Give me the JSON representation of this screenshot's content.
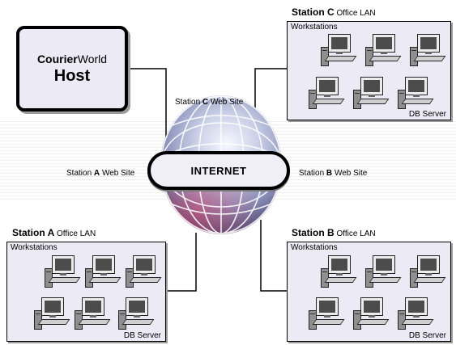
{
  "host": {
    "brand_bold": "Courier",
    "brand_rest": "World",
    "title": "Host"
  },
  "internet": {
    "label": "INTERNET"
  },
  "labels": {
    "office_lan": "Office LAN",
    "web_site": "Web Site",
    "workstations": "Workstations",
    "db_server": "DB Server"
  },
  "stations": {
    "a": {
      "name": "Station",
      "letter": "A"
    },
    "b": {
      "name": "Station",
      "letter": "B"
    },
    "c": {
      "name": "Station",
      "letter": "C"
    }
  },
  "colors": {
    "panel": "#eceaf4",
    "line": "#000000",
    "shadow": "#9c9c9c"
  }
}
